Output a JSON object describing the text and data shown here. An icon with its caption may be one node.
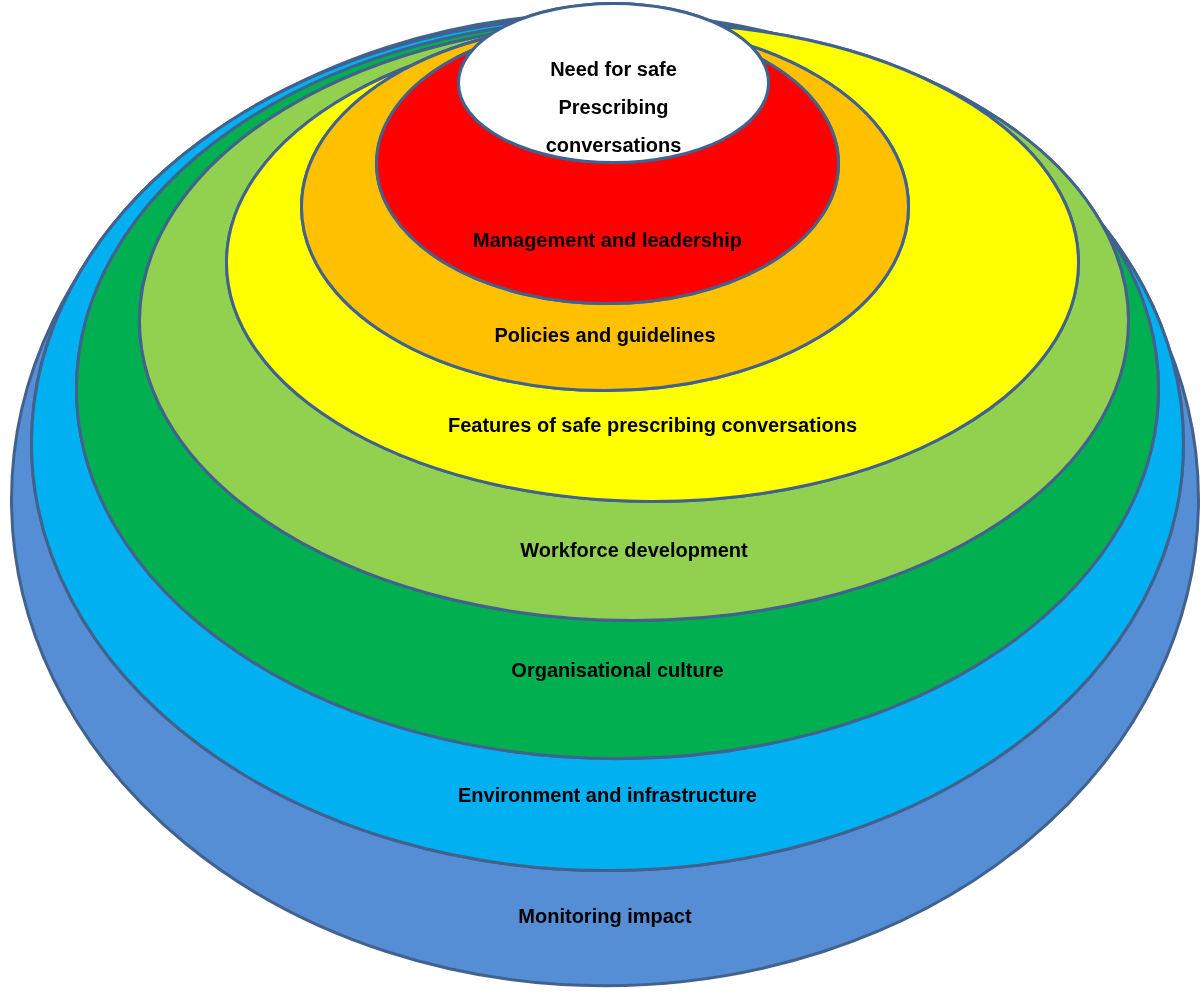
{
  "diagram": {
    "nodes": [
      {
        "text": [
          "Monitoring impact"
        ]
      },
      {
        "text": [
          "Environment and infrastructure"
        ],
        "in": 0
      },
      {
        "text": [
          "Organisational culture"
        ],
        "in": 1
      },
      {
        "text": [
          "Workforce development"
        ],
        "in": 2
      },
      {
        "text": [
          "Features of safe prescribing conversations"
        ],
        "in": 3
      },
      {
        "text": [
          "Policies and guidelines"
        ],
        "in": 4
      },
      {
        "text": [
          "Management and leadership"
        ],
        "in": 5
      },
      {
        "text": [
          "Need for safe Prescribing conversations"
        ],
        "in": 6
      }
    ]
  }
}
